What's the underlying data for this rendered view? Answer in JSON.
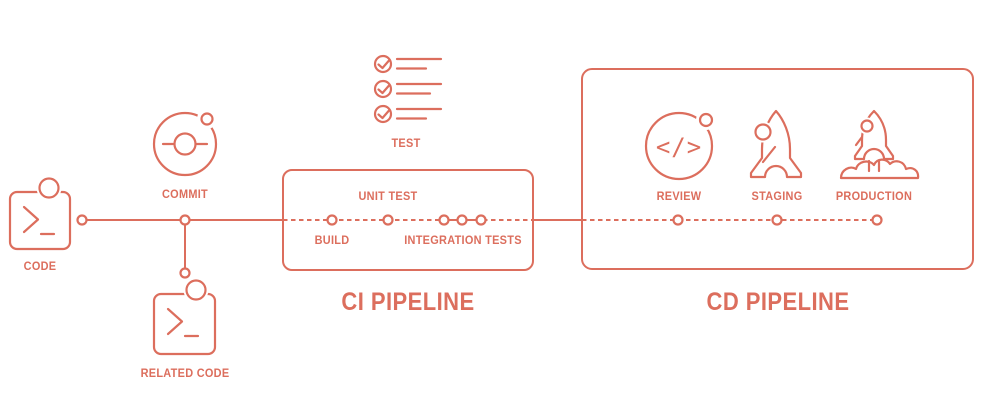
{
  "colors": {
    "accent": "#DC6E5D",
    "background": "#FFFFFF"
  },
  "nodes": {
    "code": {
      "label": "CODE",
      "icon": "terminal-icon"
    },
    "commit": {
      "label": "COMMIT",
      "icon": "commit-icon"
    },
    "related_code": {
      "label": "RELATED CODE",
      "icon": "terminal-icon"
    },
    "test": {
      "label": "TEST",
      "icon": "checklist-icon"
    }
  },
  "ci_pipeline": {
    "title": "CI PIPELINE",
    "stages": [
      {
        "label": "BUILD"
      },
      {
        "label": "UNIT TEST"
      },
      {
        "label": "INTEGRATION TESTS"
      }
    ]
  },
  "cd_pipeline": {
    "title": "CD PIPELINE",
    "stages": [
      {
        "label": "REVIEW",
        "icon": "code-review-icon",
        "glyph": "</>"
      },
      {
        "label": "STAGING",
        "icon": "rocket-icon"
      },
      {
        "label": "PRODUCTION",
        "icon": "rocket-launch-icon"
      }
    ]
  }
}
